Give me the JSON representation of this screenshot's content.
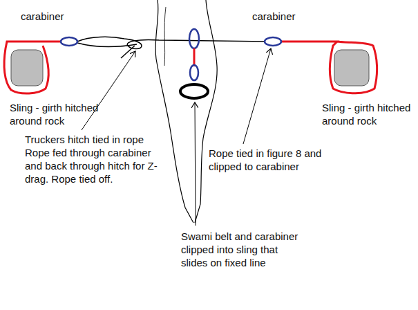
{
  "diagram": {
    "labels": [
      "carabiner",
      "carabiner",
      "Sling - girth hitched around rock",
      "Sling - girth hitched around rock",
      "Truckers hitch tied in rope Rope fed through carabiner and back through hitch for Z-drag. Rope tied off.",
      "Rope tied in figure 8 and clipped to carabiner",
      "Swami belt and carabiner clipped into sling that slides on fixed line"
    ]
  }
}
